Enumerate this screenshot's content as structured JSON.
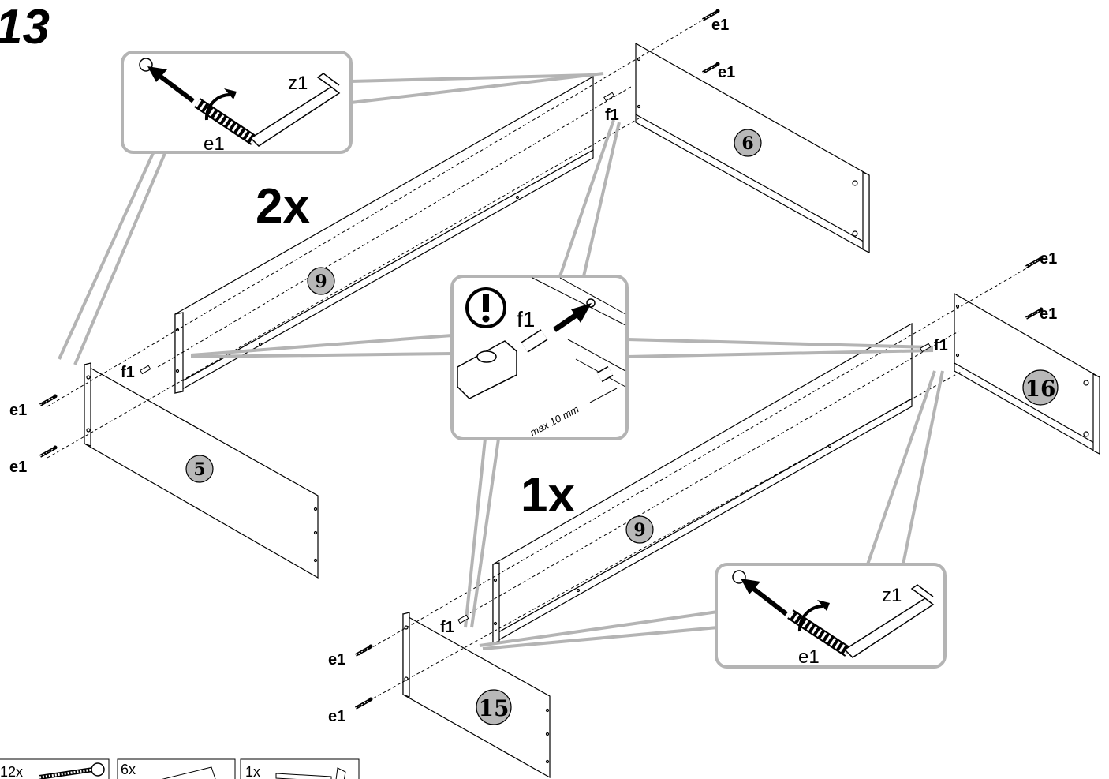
{
  "step_number": "13",
  "quantities": {
    "upper_group": "2x",
    "lower_group": "1x"
  },
  "parts": {
    "panel_5": "5",
    "panel_6": "6",
    "panel_9_upper": "9",
    "panel_9_lower": "9",
    "panel_15": "15",
    "panel_16": "16"
  },
  "hardware_labels": {
    "screw": "e1",
    "dowel": "f1",
    "key": "z1"
  },
  "callouts": {
    "dowel_depth": "max 10 mm"
  },
  "hardware_list": [
    {
      "qty": "12x"
    },
    {
      "qty": "6x"
    },
    {
      "qty": "1x"
    }
  ],
  "colors": {
    "callout_border": "#b4b4b4",
    "part_badge_fill": "#b8b8b8",
    "line": "#000000"
  }
}
